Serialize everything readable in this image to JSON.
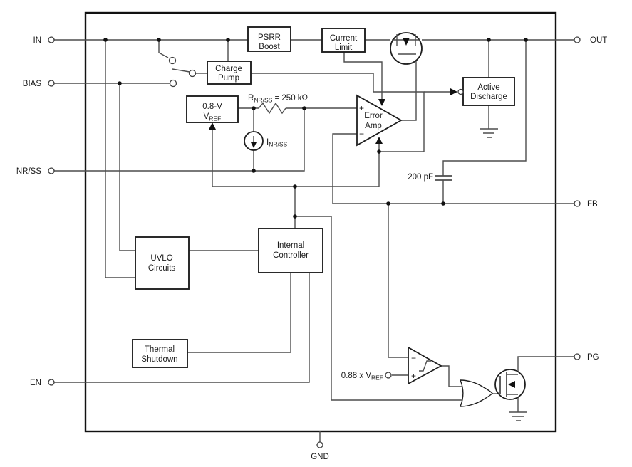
{
  "colors": {
    "wire": "#4d4d4d",
    "block_border": "#1f1f1f",
    "text": "#1a1a1a",
    "background": "#ffffff"
  },
  "pins": {
    "in": {
      "label": "IN"
    },
    "bias": {
      "label": "BIAS"
    },
    "nrss": {
      "label": "NR/SS"
    },
    "en": {
      "label": "EN"
    },
    "out": {
      "label": "OUT"
    },
    "fb": {
      "label": "FB"
    },
    "pg": {
      "label": "PG"
    },
    "gnd": {
      "label": "GND"
    }
  },
  "blocks": {
    "psrr_boost": {
      "line1": "PSRR",
      "line2": "Boost"
    },
    "current_limit": {
      "line1": "Current",
      "line2": "Limit"
    },
    "charge_pump": {
      "line1": "Charge",
      "line2": "Pump"
    },
    "vref": {
      "line1": "0.8-V",
      "v": "V",
      "v_sub": "REF"
    },
    "active_discharge": {
      "line1": "Active",
      "line2": "Discharge"
    },
    "uvlo": {
      "line1": "UVLO",
      "line2": "Circuits"
    },
    "internal_controller": {
      "line1": "Internal",
      "line2": "Controller"
    },
    "thermal_shutdown": {
      "line1": "Thermal",
      "line2": "Shutdown"
    }
  },
  "error_amp": {
    "line1": "Error",
    "line2": "Amp",
    "plus": "+",
    "minus": "−"
  },
  "comparator": {
    "plus": "+",
    "minus": "−"
  },
  "annotations": {
    "rnrss": {
      "prefix": "R",
      "sub": "NR/SS",
      "suffix": " = 250 kΩ"
    },
    "inrss": {
      "prefix": "I",
      "sub": "NR/SS"
    },
    "cap": {
      "label": "200 pF"
    },
    "pg_threshold": {
      "prefix": "0.88 x V",
      "sub": "REF"
    }
  }
}
